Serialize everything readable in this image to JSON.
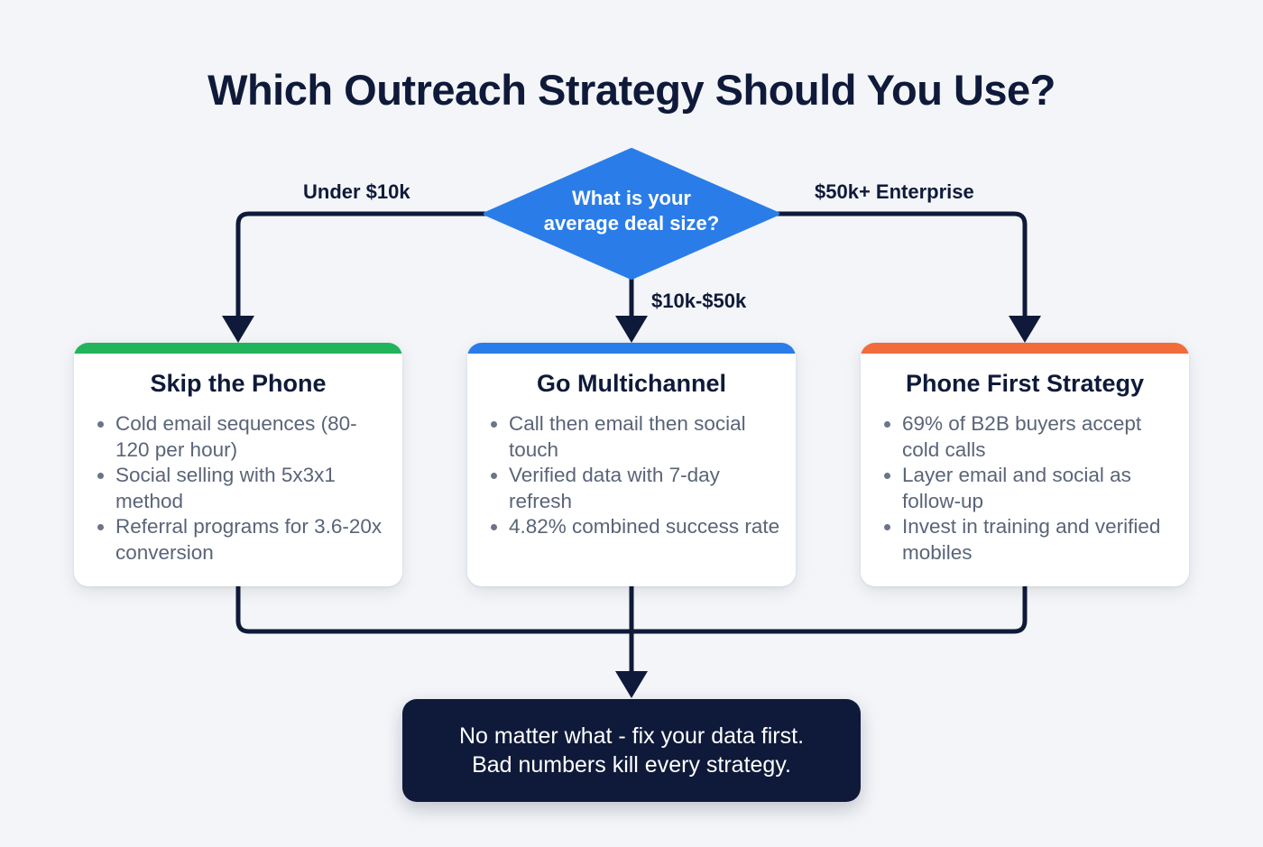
{
  "title": "Which Outreach Strategy Should You Use?",
  "decision": {
    "question_line1": "What is your",
    "question_line2": "average deal size?",
    "color": "#2a7de8"
  },
  "branches": {
    "left": "Under $10k",
    "middle": "$10k-$50k",
    "right": "$50k+ Enterprise"
  },
  "cards": [
    {
      "title": "Skip the Phone",
      "accent_color": "#22b45a",
      "items": [
        "Cold email sequences (80-120 per hour)",
        "Social selling with 5x3x1 method",
        "Referral programs for 3.6-20x conversion"
      ]
    },
    {
      "title": "Go Multichannel",
      "accent_color": "#2a7de8",
      "items": [
        "Call then email then social touch",
        "Verified data with 7-day refresh",
        "4.82% combined success rate"
      ]
    },
    {
      "title": "Phone First Strategy",
      "accent_color": "#f26b3a",
      "items": [
        "69% of B2B buyers accept cold calls",
        "Layer email and social as follow-up",
        "Invest in training and verified mobiles"
      ]
    }
  ],
  "conclusion": {
    "line1": "No matter what - fix your data first.",
    "line2": "Bad numbers kill every strategy."
  },
  "colors": {
    "background": "#f3f5f8",
    "connector": "#0f1a3a",
    "text_dark": "#0f1a3a",
    "text_muted": "#5a6478"
  }
}
